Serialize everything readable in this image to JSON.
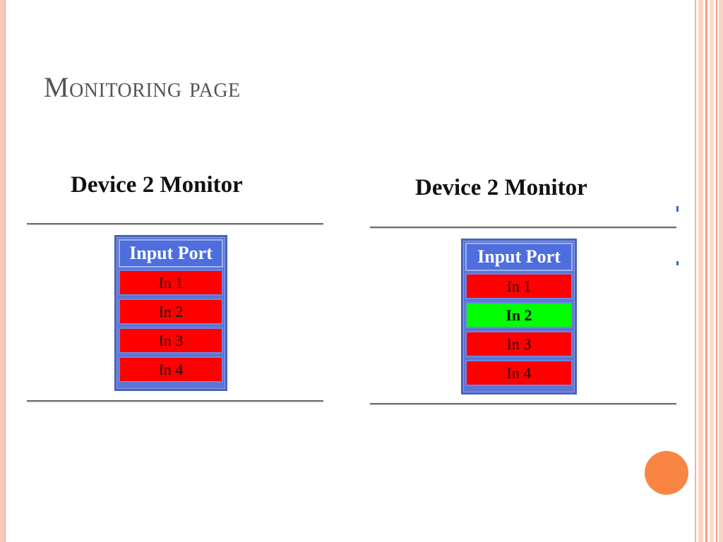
{
  "slide": {
    "title": "Monitoring page"
  },
  "screenshots": [
    {
      "heading": "Device 2 Monitor",
      "table_header": "Input Port",
      "ports": [
        {
          "label": "In 1",
          "status": "off"
        },
        {
          "label": "In 2",
          "status": "off"
        },
        {
          "label": "In 3",
          "status": "off"
        },
        {
          "label": "In 4",
          "status": "off"
        }
      ]
    },
    {
      "heading": "Device 2 Monitor",
      "table_header": "Input Port",
      "ports": [
        {
          "label": "In 1",
          "status": "off"
        },
        {
          "label": "In 2",
          "status": "on"
        },
        {
          "label": "In 3",
          "status": "off"
        },
        {
          "label": "In 4",
          "status": "off"
        }
      ]
    }
  ],
  "colors": {
    "port_off": "#ff0000",
    "port_on": "#00ff00",
    "table_blue": "#4d6edc",
    "accent_orange": "#f98544",
    "border_pink": "#f8c9b8"
  }
}
